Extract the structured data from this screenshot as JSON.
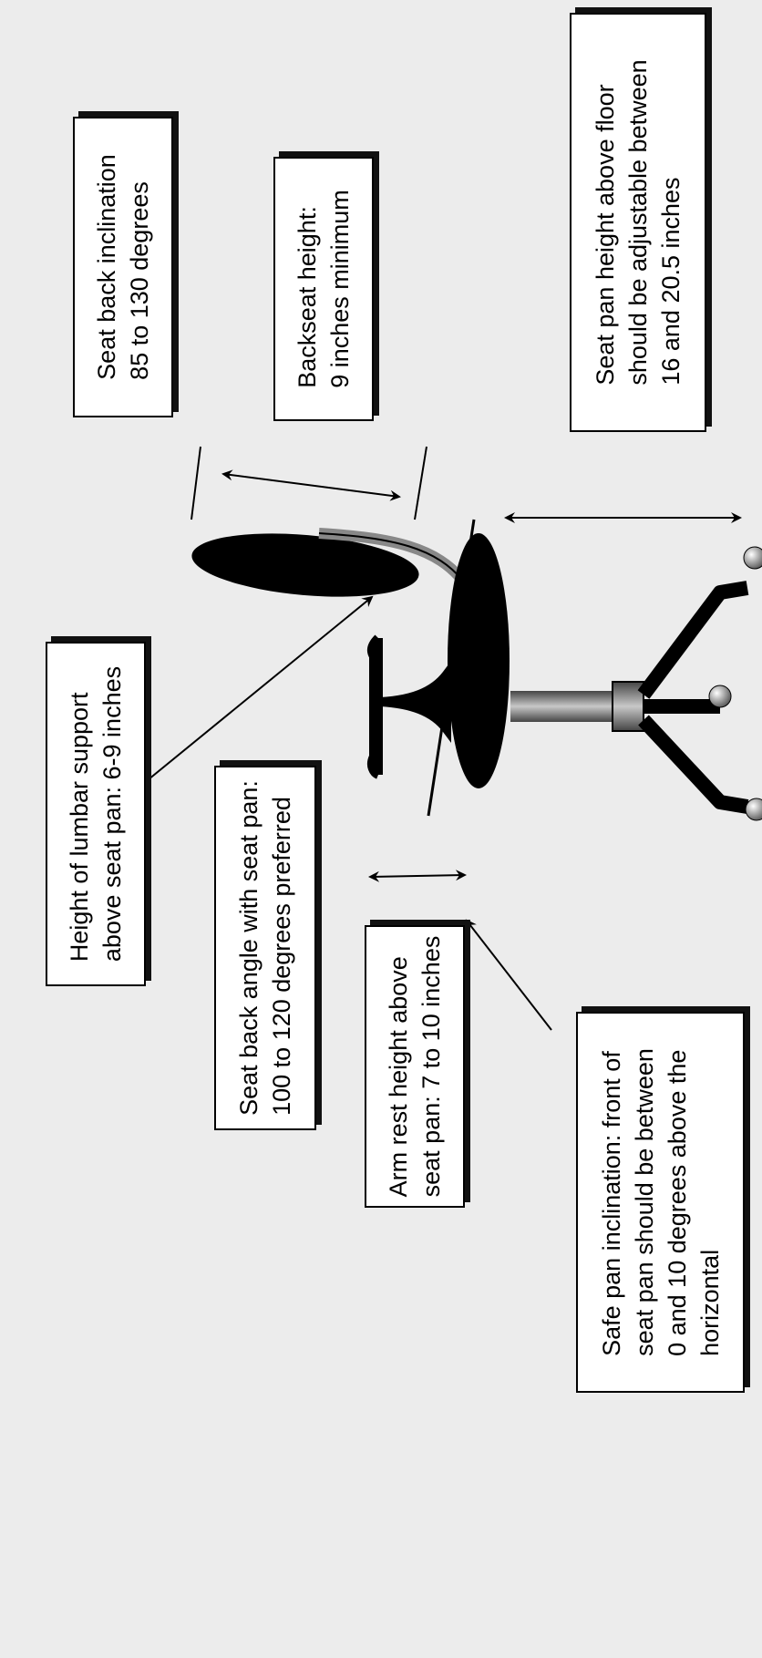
{
  "callouts": {
    "seat_back_inclination": [
      "Seat back inclination",
      "85 to 130 degrees"
    ],
    "backseat_height": [
      "Backseat height:",
      "9 inches minimum"
    ],
    "seat_pan_height": [
      "Seat pan height above floor",
      "should be adjustable between",
      "16 and 20.5 inches"
    ],
    "lumbar_support": [
      "Height of lumbar support",
      "above seat pan: 6-9 inches"
    ],
    "seat_back_angle": [
      "Seat back angle with seat pan:",
      "100 to 120 degrees preferred"
    ],
    "arm_rest_height": [
      "Arm rest height above",
      "seat pan:  7 to 10 inches"
    ],
    "seat_pan_inclination": [
      "Safe pan inclination:  front of",
      "seat pan should be between",
      "0 and 10 degrees above the",
      "horizontal"
    ]
  },
  "colors": {
    "ink": "#000000",
    "paper": "#ececec",
    "box": "#ffffff"
  }
}
